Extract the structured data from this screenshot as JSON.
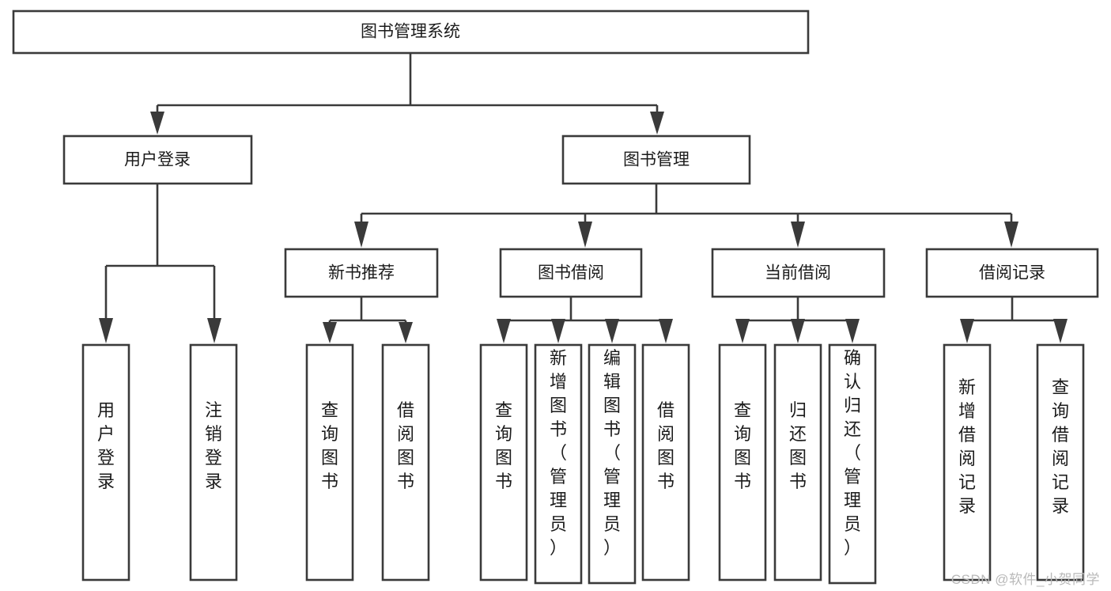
{
  "diagram": {
    "type": "tree-hierarchy-chart",
    "title": "图书管理系统",
    "watermark": "CSDN @软件_小贺同学",
    "colors": {
      "stroke": "#3a3a3a",
      "box_fill": "#ffffff",
      "text": "#1b1b1b",
      "background": "#ffffff",
      "watermark": "#b9b9b9"
    },
    "root": {
      "label": "图书管理系统",
      "orientation": "horizontal"
    },
    "level2": [
      {
        "label": "用户登录",
        "orientation": "horizontal"
      },
      {
        "label": "图书管理",
        "orientation": "horizontal"
      }
    ],
    "level3": [
      {
        "label": "新书推荐",
        "orientation": "horizontal",
        "parent": "图书管理"
      },
      {
        "label": "图书借阅",
        "orientation": "horizontal",
        "parent": "图书管理"
      },
      {
        "label": "当前借阅",
        "orientation": "horizontal",
        "parent": "图书管理"
      },
      {
        "label": "借阅记录",
        "orientation": "horizontal",
        "parent": "图书管理"
      }
    ],
    "leaves": {
      "user_login": [
        {
          "label": "用户登录",
          "orientation": "vertical"
        },
        {
          "label": "注销登录",
          "orientation": "vertical"
        }
      ],
      "new_book_recommend": [
        {
          "label": "查询图书",
          "orientation": "vertical"
        },
        {
          "label": "借阅图书",
          "orientation": "vertical"
        }
      ],
      "book_borrow": [
        {
          "label": "查询图书",
          "orientation": "vertical"
        },
        {
          "label": "新增图书（管理员）",
          "orientation": "vertical"
        },
        {
          "label": "编辑图书（管理员）",
          "orientation": "vertical"
        },
        {
          "label": "借阅图书",
          "orientation": "vertical"
        }
      ],
      "current_borrow": [
        {
          "label": "查询图书",
          "orientation": "vertical"
        },
        {
          "label": "归还图书",
          "orientation": "vertical"
        },
        {
          "label": "确认归还（管理员）",
          "orientation": "vertical"
        }
      ],
      "borrow_record": [
        {
          "label": "新增借阅记录",
          "orientation": "vertical"
        },
        {
          "label": "查询借阅记录",
          "orientation": "vertical"
        }
      ]
    }
  }
}
